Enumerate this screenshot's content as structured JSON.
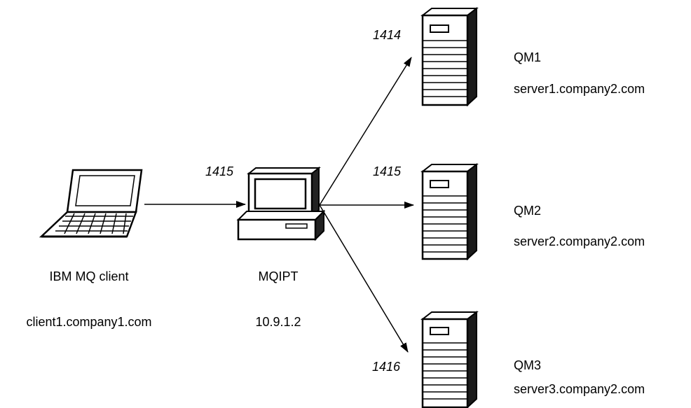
{
  "client": {
    "name": "IBM MQ client",
    "host": "client1.company1.com"
  },
  "mqipt": {
    "name": "MQIPT",
    "ip": "10.9.1.2",
    "listen_port": "1415"
  },
  "servers": [
    {
      "qm": "QM1",
      "host": "server1.company2.com",
      "port": "1414"
    },
    {
      "qm": "QM2",
      "host": "server2.company2.com",
      "port": "1415"
    },
    {
      "qm": "QM3",
      "host": "server3.company2.com",
      "port": "1416"
    }
  ],
  "icons": {
    "client": "laptop-icon",
    "mqipt": "desktop-computer-icon",
    "server": "server-tower-icon"
  }
}
